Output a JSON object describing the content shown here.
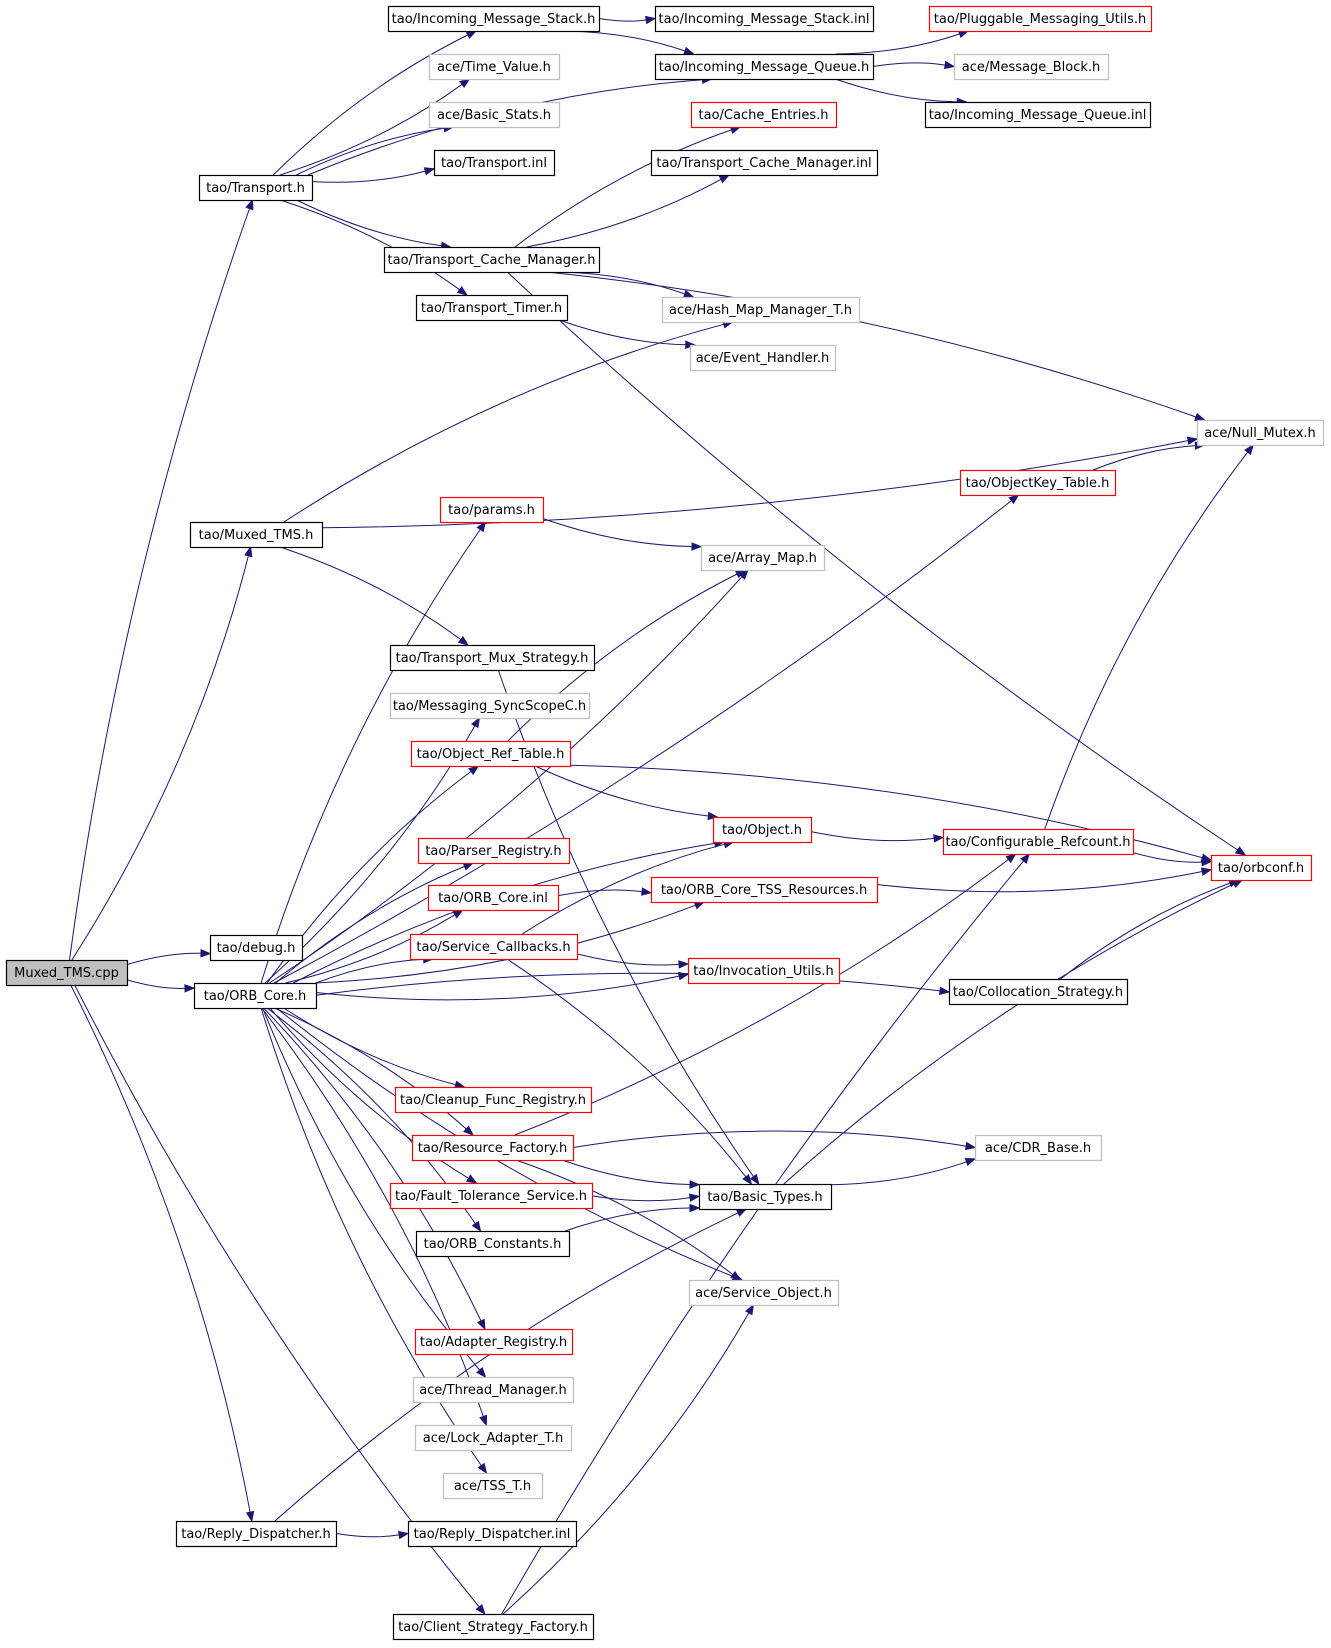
{
  "colors": {
    "edge": "#191970",
    "documented_border": "#000000",
    "incomplete_border": "#ff0000",
    "external_border": "#bfbfbf",
    "root_fill": "#bfbfbf",
    "node_fill": "#ffffff"
  },
  "graph": {
    "nodes": [
      {
        "id": "muxed_tms_cpp",
        "label": "Muxed_TMS.cpp",
        "kind": "root"
      },
      {
        "id": "tao_transport_h",
        "label": "tao/Transport.h",
        "kind": "documented"
      },
      {
        "id": "tao_incoming_message_stack_h",
        "label": "tao/Incoming_Message_Stack.h",
        "kind": "documented"
      },
      {
        "id": "tao_incoming_message_stack_inl",
        "label": "tao/Incoming_Message_Stack.inl",
        "kind": "documented"
      },
      {
        "id": "tao_pluggable_messaging_utils_h",
        "label": "tao/Pluggable_Messaging_Utils.h",
        "kind": "incomplete"
      },
      {
        "id": "ace_time_value_h",
        "label": "ace/Time_Value.h",
        "kind": "external"
      },
      {
        "id": "tao_incoming_message_queue_h",
        "label": "tao/Incoming_Message_Queue.h",
        "kind": "documented"
      },
      {
        "id": "ace_message_block_h",
        "label": "ace/Message_Block.h",
        "kind": "external"
      },
      {
        "id": "ace_basic_stats_h",
        "label": "ace/Basic_Stats.h",
        "kind": "external"
      },
      {
        "id": "tao_cache_entries_h",
        "label": "tao/Cache_Entries.h",
        "kind": "incomplete"
      },
      {
        "id": "tao_incoming_message_queue_inl",
        "label": "tao/Incoming_Message_Queue.inl",
        "kind": "documented"
      },
      {
        "id": "tao_transport_inl",
        "label": "tao/Transport.inl",
        "kind": "documented"
      },
      {
        "id": "tao_transport_cache_manager_inl",
        "label": "tao/Transport_Cache_Manager.inl",
        "kind": "documented"
      },
      {
        "id": "tao_transport_cache_manager_h",
        "label": "tao/Transport_Cache_Manager.h",
        "kind": "documented"
      },
      {
        "id": "tao_transport_timer_h",
        "label": "tao/Transport_Timer.h",
        "kind": "documented"
      },
      {
        "id": "ace_hash_map_manager_t_h",
        "label": "ace/Hash_Map_Manager_T.h",
        "kind": "external"
      },
      {
        "id": "ace_event_handler_h",
        "label": "ace/Event_Handler.h",
        "kind": "external"
      },
      {
        "id": "ace_null_mutex_h",
        "label": "ace/Null_Mutex.h",
        "kind": "external"
      },
      {
        "id": "tao_objectkey_table_h",
        "label": "tao/ObjectKey_Table.h",
        "kind": "incomplete"
      },
      {
        "id": "tao_params_h",
        "label": "tao/params.h",
        "kind": "incomplete"
      },
      {
        "id": "tao_muxed_tms_h",
        "label": "tao/Muxed_TMS.h",
        "kind": "documented"
      },
      {
        "id": "ace_array_map_h",
        "label": "ace/Array_Map.h",
        "kind": "external"
      },
      {
        "id": "tao_transport_mux_strategy_h",
        "label": "tao/Transport_Mux_Strategy.h",
        "kind": "documented"
      },
      {
        "id": "tao_messaging_syncscopec_h",
        "label": "tao/Messaging_SyncScopeC.h",
        "kind": "external"
      },
      {
        "id": "tao_object_ref_table_h",
        "label": "tao/Object_Ref_Table.h",
        "kind": "incomplete"
      },
      {
        "id": "tao_object_h",
        "label": "tao/Object.h",
        "kind": "incomplete"
      },
      {
        "id": "tao_configurable_refcount_h",
        "label": "tao/Configurable_Refcount.h",
        "kind": "incomplete"
      },
      {
        "id": "tao_parser_registry_h",
        "label": "tao/Parser_Registry.h",
        "kind": "incomplete"
      },
      {
        "id": "tao_orbconf_h",
        "label": "tao/orbconf.h",
        "kind": "incomplete"
      },
      {
        "id": "tao_orb_core_inl",
        "label": "tao/ORB_Core.inl",
        "kind": "incomplete"
      },
      {
        "id": "tao_orb_core_tss_resources_h",
        "label": "tao/ORB_Core_TSS_Resources.h",
        "kind": "incomplete"
      },
      {
        "id": "tao_debug_h",
        "label": "tao/debug.h",
        "kind": "documented"
      },
      {
        "id": "tao_service_callbacks_h",
        "label": "tao/Service_Callbacks.h",
        "kind": "incomplete"
      },
      {
        "id": "tao_invocation_utils_h",
        "label": "tao/Invocation_Utils.h",
        "kind": "incomplete"
      },
      {
        "id": "tao_orb_core_h",
        "label": "tao/ORB_Core.h",
        "kind": "documented"
      },
      {
        "id": "tao_collocation_strategy_h",
        "label": "tao/Collocation_Strategy.h",
        "kind": "documented"
      },
      {
        "id": "tao_cleanup_func_registry_h",
        "label": "tao/Cleanup_Func_Registry.h",
        "kind": "incomplete"
      },
      {
        "id": "tao_resource_factory_h",
        "label": "tao/Resource_Factory.h",
        "kind": "incomplete"
      },
      {
        "id": "ace_cdr_base_h",
        "label": "ace/CDR_Base.h",
        "kind": "external"
      },
      {
        "id": "tao_fault_tolerance_service_h",
        "label": "tao/Fault_Tolerance_Service.h",
        "kind": "incomplete"
      },
      {
        "id": "tao_basic_types_h",
        "label": "tao/Basic_Types.h",
        "kind": "documented"
      },
      {
        "id": "tao_orb_constants_h",
        "label": "tao/ORB_Constants.h",
        "kind": "documented"
      },
      {
        "id": "ace_service_object_h",
        "label": "ace/Service_Object.h",
        "kind": "external"
      },
      {
        "id": "tao_adapter_registry_h",
        "label": "tao/Adapter_Registry.h",
        "kind": "incomplete"
      },
      {
        "id": "ace_thread_manager_h",
        "label": "ace/Thread_Manager.h",
        "kind": "external"
      },
      {
        "id": "ace_lock_adapter_t_h",
        "label": "ace/Lock_Adapter_T.h",
        "kind": "external"
      },
      {
        "id": "ace_tss_t_h",
        "label": "ace/TSS_T.h",
        "kind": "external"
      },
      {
        "id": "tao_reply_dispatcher_h",
        "label": "tao/Reply_Dispatcher.h",
        "kind": "documented"
      },
      {
        "id": "tao_reply_dispatcher_inl",
        "label": "tao/Reply_Dispatcher.inl",
        "kind": "documented"
      },
      {
        "id": "tao_client_strategy_factory_h",
        "label": "tao/Client_Strategy_Factory.h",
        "kind": "documented"
      }
    ],
    "edges": [
      {
        "from": "muxed_tms_cpp",
        "to": "tao_transport_h"
      },
      {
        "from": "muxed_tms_cpp",
        "to": "tao_muxed_tms_h"
      },
      {
        "from": "muxed_tms_cpp",
        "to": "tao_debug_h"
      },
      {
        "from": "muxed_tms_cpp",
        "to": "tao_orb_core_h"
      },
      {
        "from": "muxed_tms_cpp",
        "to": "tao_reply_dispatcher_h"
      },
      {
        "from": "muxed_tms_cpp",
        "to": "tao_client_strategy_factory_h"
      },
      {
        "from": "tao_transport_h",
        "to": "tao_incoming_message_stack_h"
      },
      {
        "from": "tao_transport_h",
        "to": "ace_time_value_h"
      },
      {
        "from": "tao_transport_h",
        "to": "ace_basic_stats_h"
      },
      {
        "from": "tao_transport_h",
        "to": "tao_transport_inl"
      },
      {
        "from": "tao_transport_h",
        "to": "tao_incoming_message_queue_h"
      },
      {
        "from": "tao_transport_h",
        "to": "tao_transport_cache_manager_h"
      },
      {
        "from": "tao_transport_h",
        "to": "tao_transport_timer_h"
      },
      {
        "from": "tao_incoming_message_stack_h",
        "to": "tao_incoming_message_stack_inl"
      },
      {
        "from": "tao_incoming_message_stack_h",
        "to": "tao_incoming_message_queue_h"
      },
      {
        "from": "tao_incoming_message_queue_h",
        "to": "tao_pluggable_messaging_utils_h"
      },
      {
        "from": "tao_incoming_message_queue_h",
        "to": "ace_message_block_h"
      },
      {
        "from": "tao_incoming_message_queue_h",
        "to": "tao_incoming_message_queue_inl"
      },
      {
        "from": "tao_transport_cache_manager_h",
        "to": "tao_cache_entries_h"
      },
      {
        "from": "tao_transport_cache_manager_h",
        "to": "tao_transport_cache_manager_inl"
      },
      {
        "from": "tao_transport_cache_manager_h",
        "to": "ace_null_mutex_h"
      },
      {
        "from": "tao_transport_cache_manager_h",
        "to": "tao_orbconf_h"
      },
      {
        "from": "tao_transport_cache_manager_h",
        "to": "ace_hash_map_manager_t_h"
      },
      {
        "from": "tao_transport_timer_h",
        "to": "ace_event_handler_h"
      },
      {
        "from": "tao_muxed_tms_h",
        "to": "ace_hash_map_manager_t_h"
      },
      {
        "from": "tao_muxed_tms_h",
        "to": "ace_null_mutex_h"
      },
      {
        "from": "tao_muxed_tms_h",
        "to": "tao_transport_mux_strategy_h"
      },
      {
        "from": "tao_transport_mux_strategy_h",
        "to": "tao_basic_types_h"
      },
      {
        "from": "tao_objectkey_table_h",
        "to": "ace_null_mutex_h"
      },
      {
        "from": "tao_params_h",
        "to": "ace_array_map_h"
      },
      {
        "from": "tao_object_ref_table_h",
        "to": "ace_array_map_h"
      },
      {
        "from": "tao_object_ref_table_h",
        "to": "tao_object_h"
      },
      {
        "from": "tao_object_ref_table_h",
        "to": "tao_orbconf_h"
      },
      {
        "from": "tao_object_h",
        "to": "tao_configurable_refcount_h"
      },
      {
        "from": "tao_configurable_refcount_h",
        "to": "ace_null_mutex_h"
      },
      {
        "from": "tao_configurable_refcount_h",
        "to": "tao_orbconf_h"
      },
      {
        "from": "tao_orb_core_inl",
        "to": "tao_orb_core_tss_resources_h"
      },
      {
        "from": "tao_orb_core_tss_resources_h",
        "to": "tao_orbconf_h"
      },
      {
        "from": "tao_service_callbacks_h",
        "to": "tao_object_h"
      },
      {
        "from": "tao_service_callbacks_h",
        "to": "tao_invocation_utils_h"
      },
      {
        "from": "tao_service_callbacks_h",
        "to": "tao_basic_types_h"
      },
      {
        "from": "tao_orb_core_h",
        "to": "tao_objectkey_table_h"
      },
      {
        "from": "tao_orb_core_h",
        "to": "tao_params_h"
      },
      {
        "from": "tao_orb_core_h",
        "to": "ace_array_map_h"
      },
      {
        "from": "tao_orb_core_h",
        "to": "tao_object_h"
      },
      {
        "from": "tao_orb_core_h",
        "to": "tao_messaging_syncscopec_h"
      },
      {
        "from": "tao_orb_core_h",
        "to": "tao_object_ref_table_h"
      },
      {
        "from": "tao_orb_core_h",
        "to": "tao_orb_core_tss_resources_h"
      },
      {
        "from": "tao_orb_core_h",
        "to": "tao_parser_registry_h"
      },
      {
        "from": "tao_orb_core_h",
        "to": "tao_orb_core_inl"
      },
      {
        "from": "tao_orb_core_h",
        "to": "tao_service_callbacks_h"
      },
      {
        "from": "tao_orb_core_h",
        "to": "tao_invocation_utils_h"
      },
      {
        "from": "tao_orb_core_h",
        "to": "tao_collocation_strategy_h"
      },
      {
        "from": "tao_orb_core_h",
        "to": "tao_cleanup_func_registry_h"
      },
      {
        "from": "tao_orb_core_h",
        "to": "tao_resource_factory_h"
      },
      {
        "from": "tao_orb_core_h",
        "to": "tao_fault_tolerance_service_h"
      },
      {
        "from": "tao_orb_core_h",
        "to": "tao_orb_constants_h"
      },
      {
        "from": "tao_orb_core_h",
        "to": "ace_service_object_h"
      },
      {
        "from": "tao_orb_core_h",
        "to": "tao_adapter_registry_h"
      },
      {
        "from": "tao_orb_core_h",
        "to": "ace_thread_manager_h"
      },
      {
        "from": "tao_orb_core_h",
        "to": "ace_lock_adapter_t_h"
      },
      {
        "from": "tao_orb_core_h",
        "to": "ace_tss_t_h"
      },
      {
        "from": "tao_collocation_strategy_h",
        "to": "tao_orbconf_h"
      },
      {
        "from": "tao_resource_factory_h",
        "to": "tao_configurable_refcount_h"
      },
      {
        "from": "tao_resource_factory_h",
        "to": "ace_cdr_base_h"
      },
      {
        "from": "tao_resource_factory_h",
        "to": "tao_basic_types_h"
      },
      {
        "from": "tao_resource_factory_h",
        "to": "ace_service_object_h"
      },
      {
        "from": "tao_fault_tolerance_service_h",
        "to": "tao_basic_types_h"
      },
      {
        "from": "tao_orb_constants_h",
        "to": "tao_basic_types_h"
      },
      {
        "from": "tao_basic_types_h",
        "to": "ace_cdr_base_h"
      },
      {
        "from": "tao_basic_types_h",
        "to": "tao_orbconf_h"
      },
      {
        "from": "tao_reply_dispatcher_h",
        "to": "tao_reply_dispatcher_inl"
      },
      {
        "from": "tao_reply_dispatcher_h",
        "to": "tao_basic_types_h"
      },
      {
        "from": "tao_client_strategy_factory_h",
        "to": "ace_service_object_h"
      },
      {
        "from": "tao_client_strategy_factory_h",
        "to": "tao_configurable_refcount_h"
      }
    ]
  }
}
